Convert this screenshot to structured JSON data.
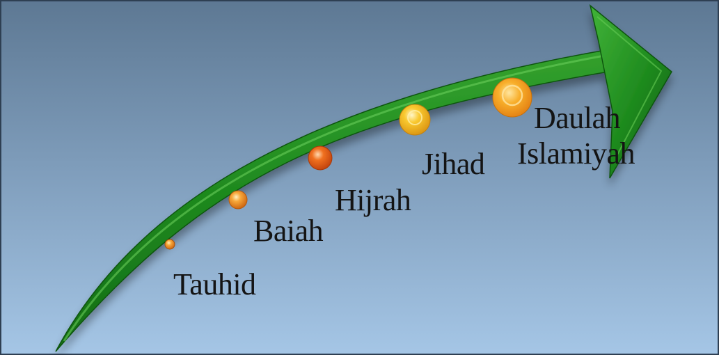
{
  "diagram": {
    "steps": [
      {
        "id": "tauhid",
        "label": "Tauhid"
      },
      {
        "id": "baiah",
        "label": "Baiah"
      },
      {
        "id": "hijrah",
        "label": "Hijrah"
      },
      {
        "id": "jihad",
        "label": "Jihad"
      },
      {
        "id": "daulah",
        "label_line1": "Daulah",
        "label_line2": "Islamiyah"
      }
    ]
  },
  "colors": {
    "background_top": "#5d7893",
    "background_bottom": "#a5c6e6",
    "arrow_light": "#3fae36",
    "arrow_mid": "#1f8a1f",
    "arrow_dark": "#0f5a12",
    "dot_orange": "#f08a1c",
    "dot_gold": "#f7c02a",
    "dot_red_orange": "#e8551a",
    "text": "#141414"
  }
}
